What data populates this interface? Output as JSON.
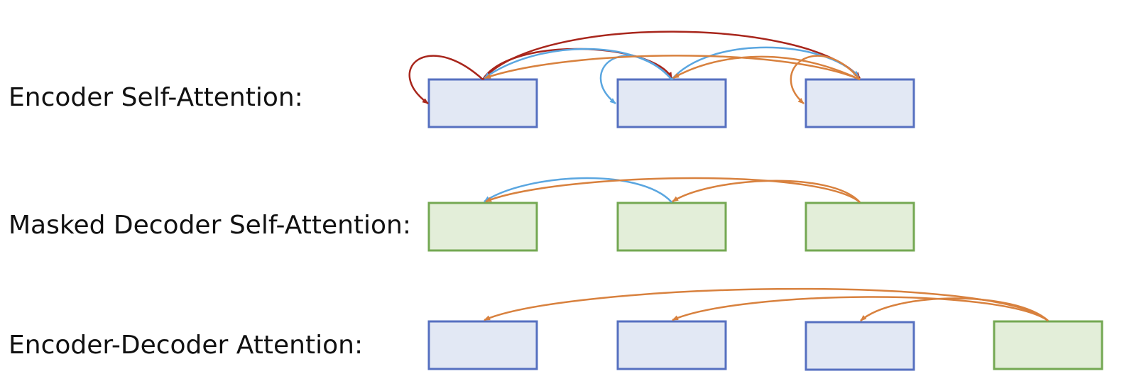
{
  "rows": [
    {
      "label": "Encoder Self-Attention:"
    },
    {
      "label": "Masked Decoder Self-Attention:"
    },
    {
      "label": "Encoder-Decoder Attention:"
    }
  ],
  "colors": {
    "encoder_fill": "#e2e8f4",
    "encoder_stroke": "#5670c0",
    "decoder_fill": "#e3eed9",
    "decoder_stroke": "#74a853",
    "arrow_darkred": "#a8261c",
    "arrow_blue": "#5aa6e0",
    "arrow_orange": "#d8813e"
  }
}
